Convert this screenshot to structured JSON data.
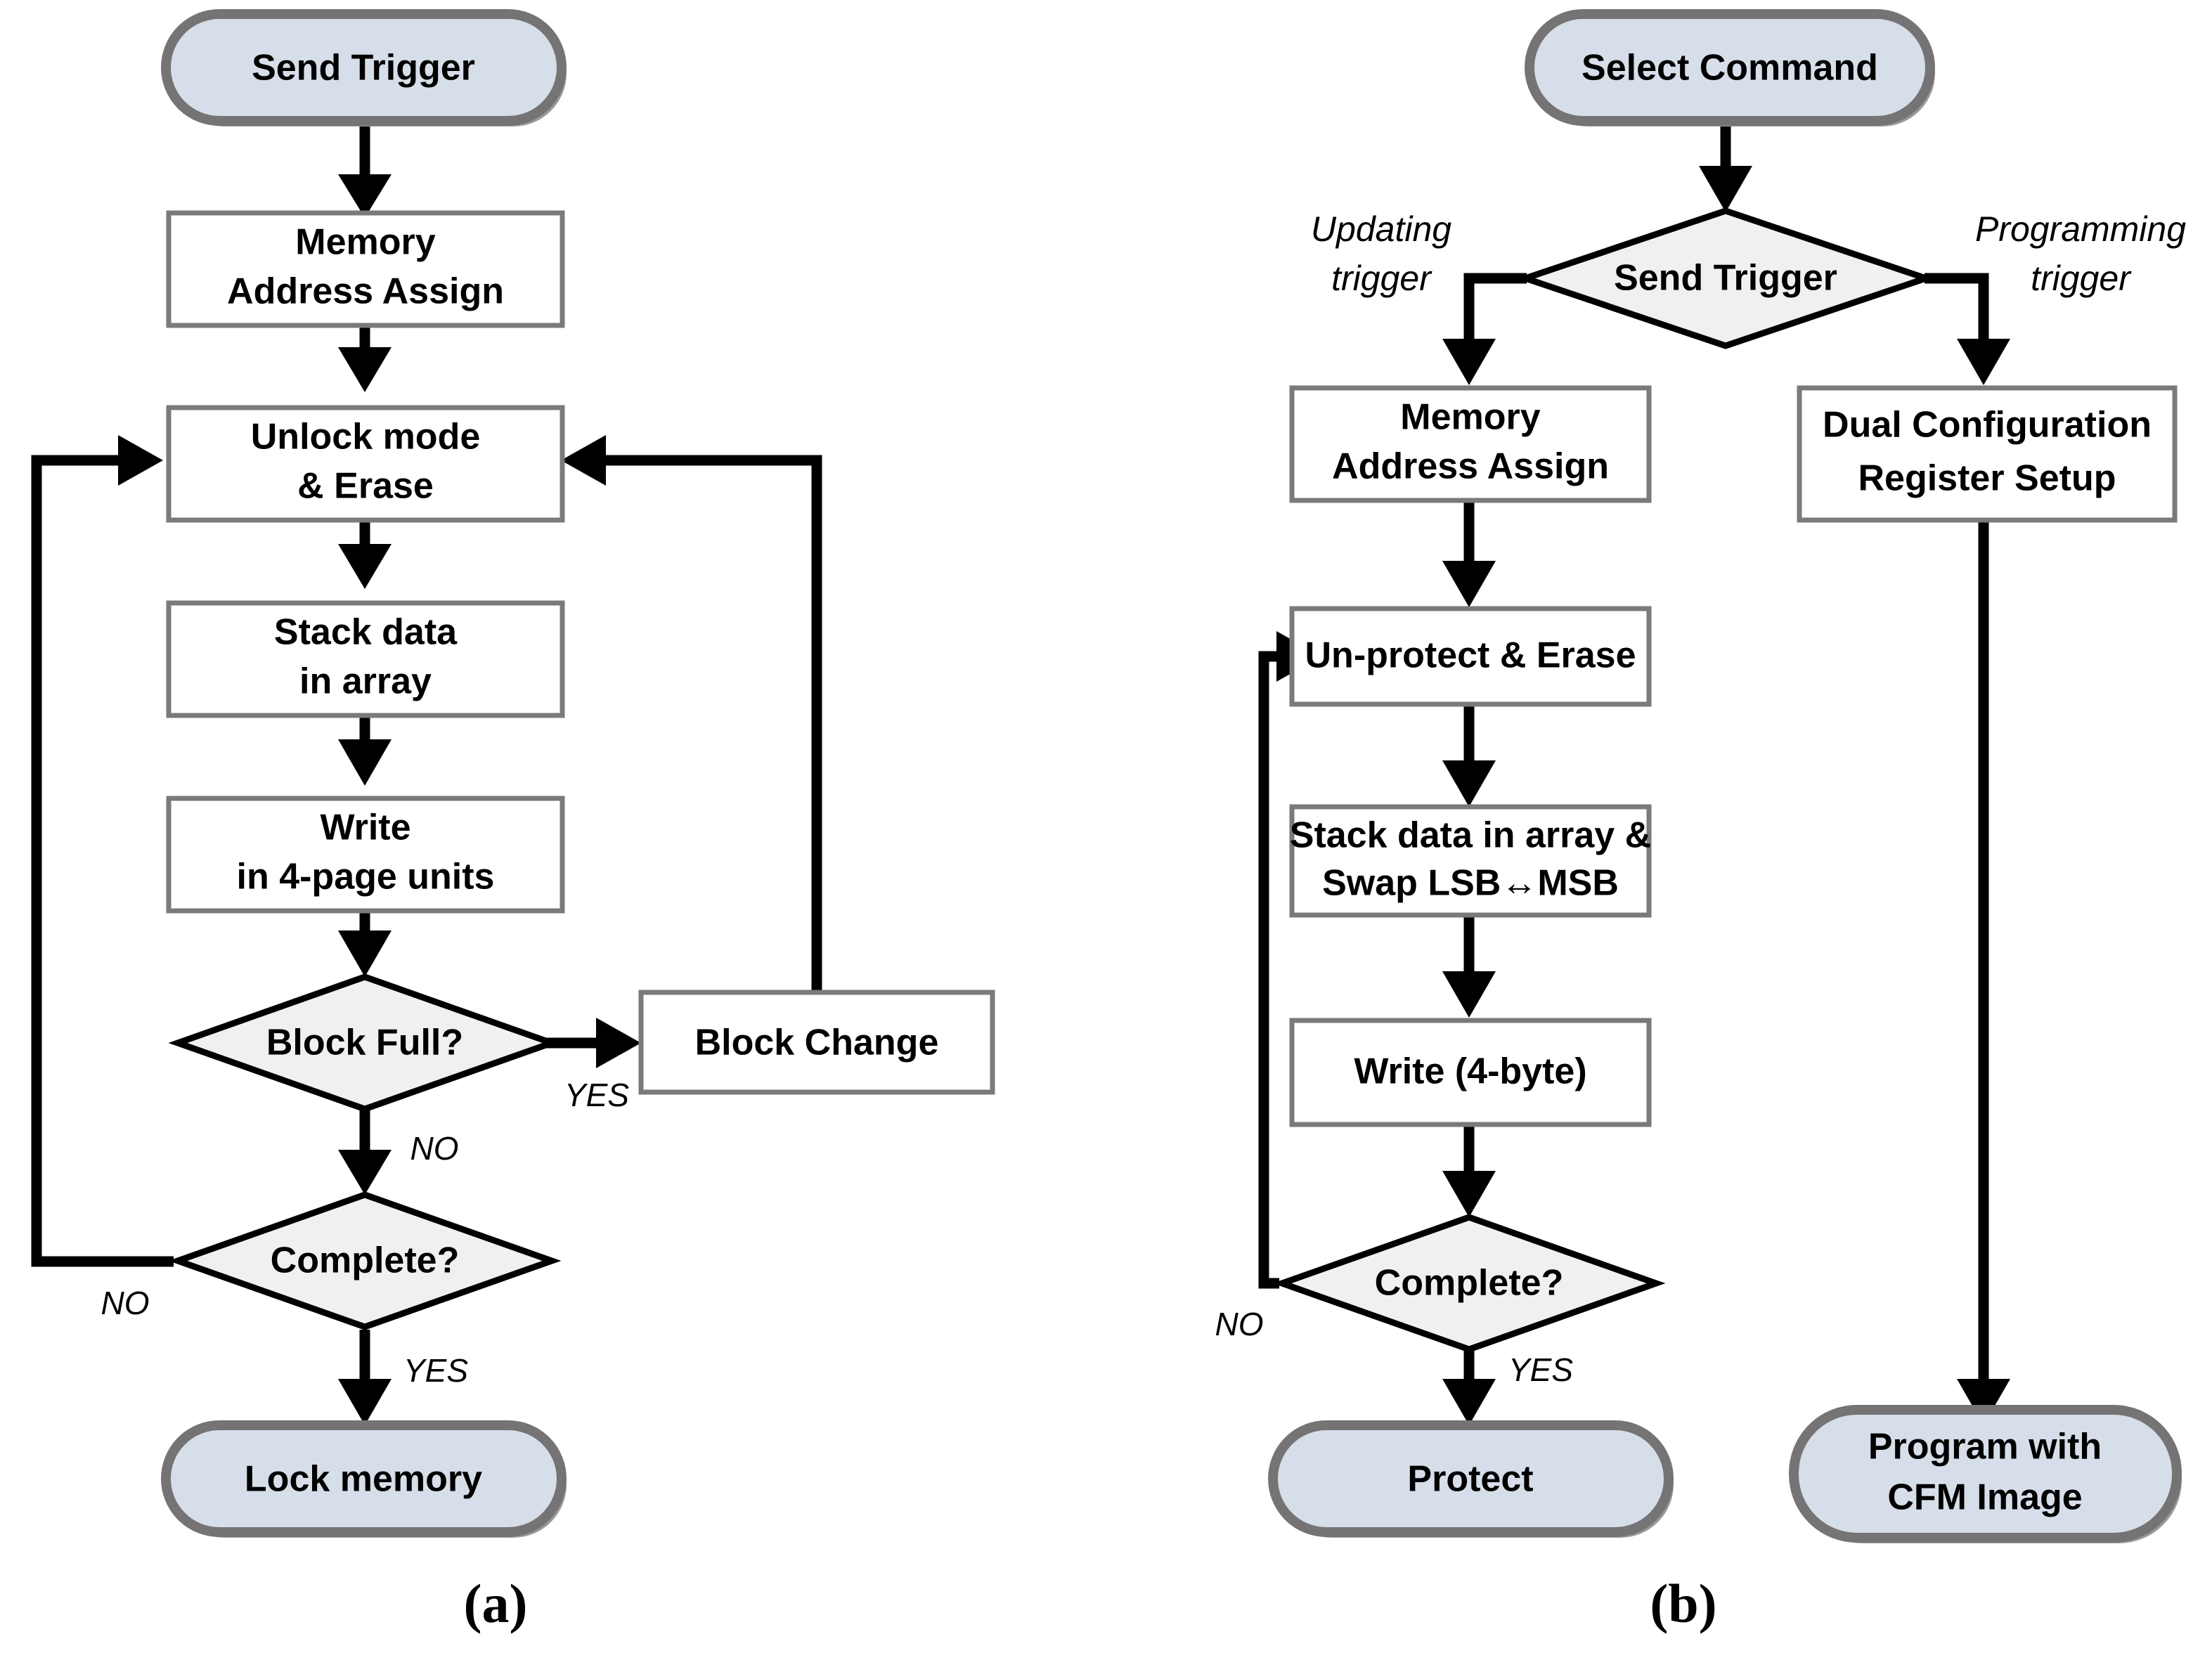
{
  "figure": {
    "type": "flowchart",
    "background_color": "#ffffff",
    "panels": [
      {
        "id": "a",
        "caption": "(a)",
        "nodes": [
          {
            "id": "a-start",
            "kind": "terminator",
            "label": "Send Trigger"
          },
          {
            "id": "a-mem-addr",
            "kind": "process",
            "label_line1": "Memory",
            "label_line2": "Address Assign"
          },
          {
            "id": "a-unlock",
            "kind": "process",
            "label_line1": "Unlock mode",
            "label_line2": "& Erase"
          },
          {
            "id": "a-stack",
            "kind": "process",
            "label_line1": "Stack data",
            "label_line2": "in array"
          },
          {
            "id": "a-write",
            "kind": "process",
            "label_line1": "Write",
            "label_line2": "in 4-page units"
          },
          {
            "id": "a-block-full",
            "kind": "decision",
            "label": "Block Full?"
          },
          {
            "id": "a-block-change",
            "kind": "process",
            "label_line1": "Block Change",
            "label_line2": ""
          },
          {
            "id": "a-complete",
            "kind": "decision",
            "label": "Complete?"
          },
          {
            "id": "a-end",
            "kind": "terminator",
            "label": "Lock memory"
          }
        ],
        "edges": [
          {
            "from": "a-start",
            "to": "a-mem-addr",
            "label": ""
          },
          {
            "from": "a-mem-addr",
            "to": "a-unlock",
            "label": ""
          },
          {
            "from": "a-unlock",
            "to": "a-stack",
            "label": ""
          },
          {
            "from": "a-stack",
            "to": "a-write",
            "label": ""
          },
          {
            "from": "a-write",
            "to": "a-block-full",
            "label": ""
          },
          {
            "from": "a-block-full",
            "to": "a-block-change",
            "label": "YES"
          },
          {
            "from": "a-block-full",
            "to": "a-complete",
            "label": "NO"
          },
          {
            "from": "a-block-change",
            "to": "a-unlock",
            "label": ""
          },
          {
            "from": "a-complete",
            "to": "a-unlock",
            "label": "NO"
          },
          {
            "from": "a-complete",
            "to": "a-end",
            "label": "YES"
          }
        ]
      },
      {
        "id": "b",
        "caption": "(b)",
        "nodes": [
          {
            "id": "b-start",
            "kind": "terminator",
            "label": "Select Command"
          },
          {
            "id": "b-trigger",
            "kind": "decision",
            "label": "Send Trigger"
          },
          {
            "id": "b-mem-addr",
            "kind": "process",
            "label_line1": "Memory",
            "label_line2": "Address Assign"
          },
          {
            "id": "b-unprot",
            "kind": "process",
            "label_line1": "Un-protect & Erase",
            "label_line2": ""
          },
          {
            "id": "b-stack",
            "kind": "process",
            "label_line1": "Stack data in array &",
            "label_line2": "Swap LSB↔MSB"
          },
          {
            "id": "b-write",
            "kind": "process",
            "label_line1": "Write (4-byte)",
            "label_line2": ""
          },
          {
            "id": "b-complete",
            "kind": "decision",
            "label": "Complete?"
          },
          {
            "id": "b-protect",
            "kind": "terminator",
            "label": "Protect"
          },
          {
            "id": "b-dualcfg",
            "kind": "process",
            "label_line1": "Dual Configuration",
            "label_line2": "Register Setup"
          },
          {
            "id": "b-program",
            "kind": "terminator",
            "label_line1": "Program with",
            "label_line2": "CFM Image"
          }
        ],
        "edges": [
          {
            "from": "b-start",
            "to": "b-trigger",
            "label": ""
          },
          {
            "from": "b-trigger",
            "to": "b-mem-addr",
            "label_line1": "Updating",
            "label_line2": "trigger"
          },
          {
            "from": "b-trigger",
            "to": "b-dualcfg",
            "label_line1": "Programming",
            "label_line2": "trigger"
          },
          {
            "from": "b-mem-addr",
            "to": "b-unprot",
            "label": ""
          },
          {
            "from": "b-unprot",
            "to": "b-stack",
            "label": ""
          },
          {
            "from": "b-stack",
            "to": "b-write",
            "label": ""
          },
          {
            "from": "b-write",
            "to": "b-complete",
            "label": ""
          },
          {
            "from": "b-complete",
            "to": "b-unprot",
            "label": "NO"
          },
          {
            "from": "b-complete",
            "to": "b-protect",
            "label": "YES"
          },
          {
            "from": "b-dualcfg",
            "to": "b-program",
            "label": ""
          }
        ]
      }
    ],
    "labels": {
      "yes": "YES",
      "no": "NO",
      "updating_trigger_l1": "Updating",
      "updating_trigger_l2": "trigger",
      "programming_trigger_l1": "Programming",
      "programming_trigger_l2": "trigger"
    },
    "colors": {
      "terminator_fill": "#d6dee9",
      "terminator_border": "#757373",
      "terminator_shadow": "#9a9898",
      "process_fill": "#ffffff",
      "process_border": "#7b7979",
      "decision_fill": "#f0f0f0",
      "decision_border": "#000000",
      "connector": "#000000",
      "text": "#000000"
    }
  }
}
